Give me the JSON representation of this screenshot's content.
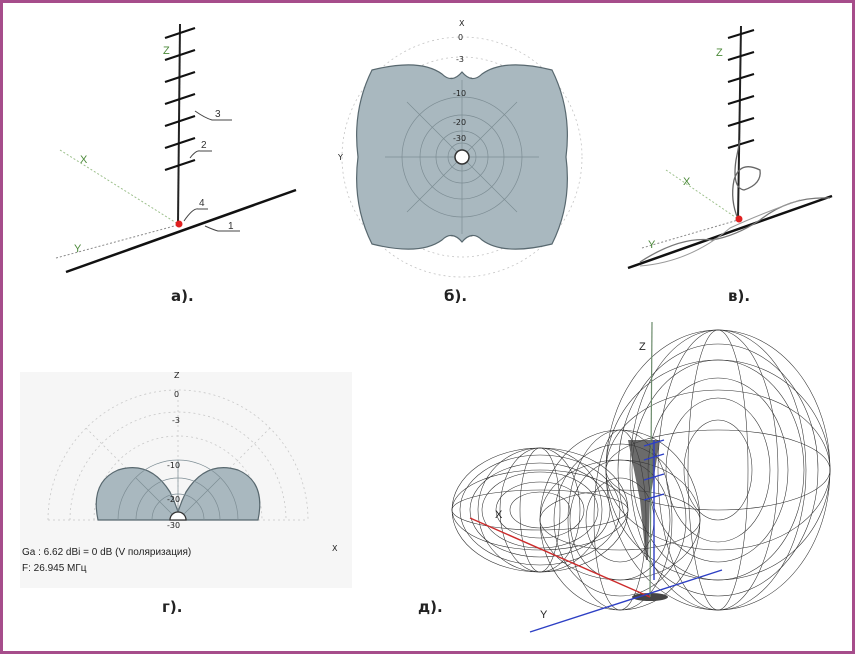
{
  "colors": {
    "border": "#a64d8b",
    "pattern_fill": "#a9b8bf",
    "pattern_stroke": "#58686f",
    "grid": "#b9b9b9",
    "mast": "#222222",
    "x_axis": "#6aa84f",
    "y_axis": "#6aa84f",
    "feed_point": "#e02020",
    "mesh": "#2d2d2d",
    "x_axis_3d": "#cc2b2b",
    "y_axis_3d": "#2d3fc4"
  },
  "panels": {
    "a": {
      "caption": "а).",
      "axis_z": "Z",
      "axis_x": "X",
      "axis_y": "Y",
      "callouts": [
        "1",
        "2",
        "3",
        "4"
      ]
    },
    "b": {
      "caption": "б).",
      "axis_x": "X",
      "axis_y": "Y",
      "rings": [
        "0",
        "-3",
        "-10",
        "-20",
        "-30"
      ]
    },
    "v": {
      "caption": "в).",
      "axis_z": "Z",
      "axis_x": "X",
      "axis_y": "Y"
    },
    "g": {
      "caption": "г).",
      "axis_z": "Z",
      "axis_x": "X",
      "rings": [
        "0",
        "-3",
        "-10",
        "-20",
        "-30"
      ],
      "gain_text": "Ga : 6.62 dBi = 0 dB  (V поляризация)",
      "freq_text": "F: 26.945 МГц"
    },
    "d": {
      "caption": "д).",
      "axis_z": "Z",
      "axis_x": "X",
      "axis_y": "Y"
    }
  }
}
